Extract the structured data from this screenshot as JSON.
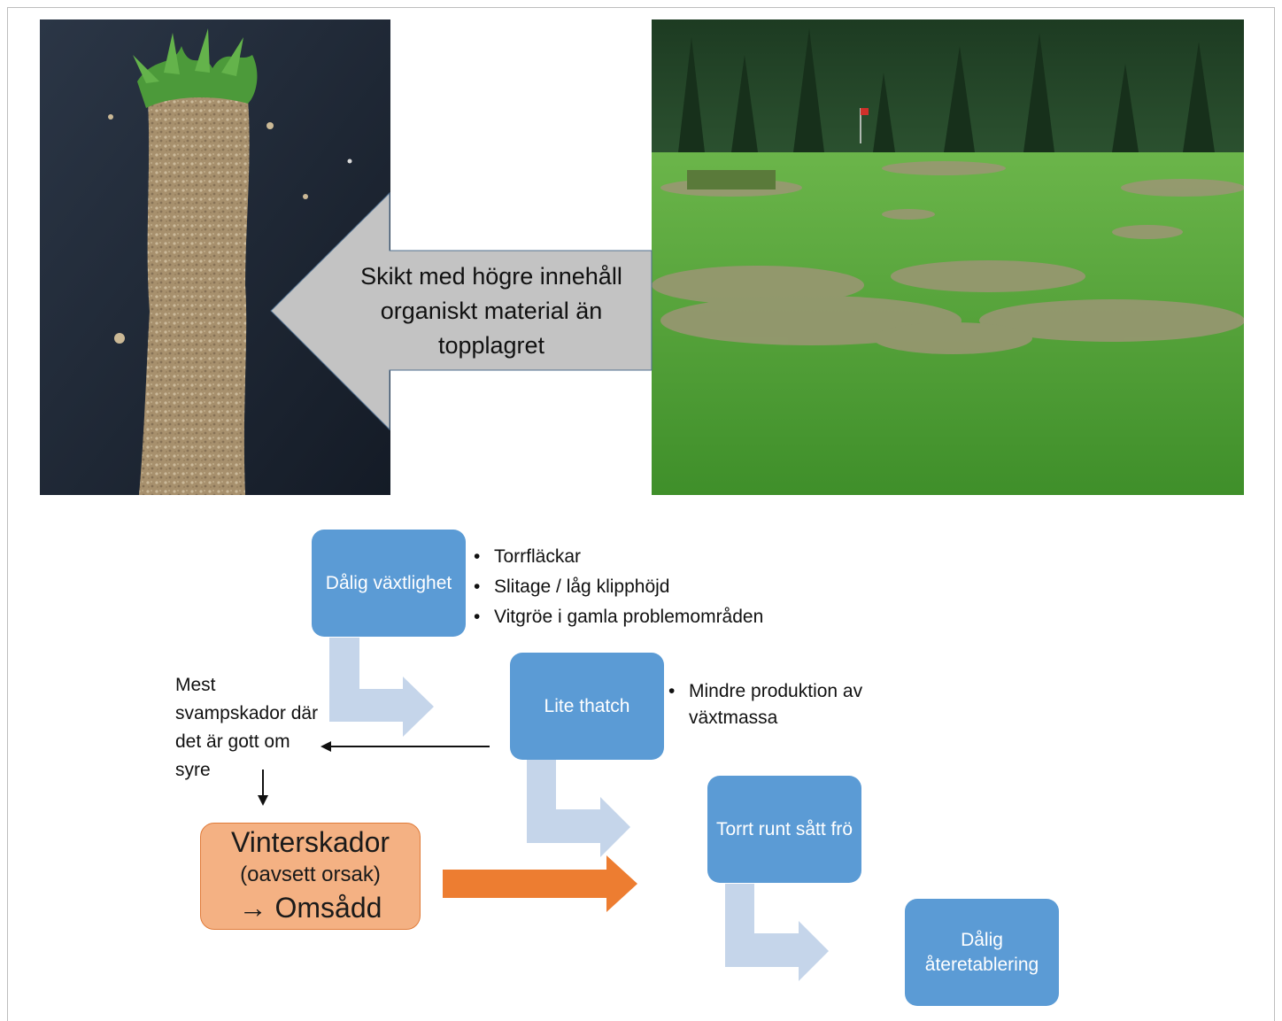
{
  "arrow_callout": {
    "line1": "Skikt med högre innehåll",
    "line2": "organiskt material än",
    "line3": "topplagret"
  },
  "flow": {
    "box1": "Dålig växtlighet",
    "box1_bullets": [
      "Torrfläckar",
      "Slitage / låg klipphöjd",
      "Vitgröe i gamla problemområden"
    ],
    "box2": "Lite thatch",
    "box2_bullets": [
      "Mindre produktion av växtmassa"
    ],
    "box3": "Torrt runt sått frö",
    "box4": "Dålig återetablering",
    "side_note": "Mest svampskador där det är gott om syre",
    "winter": {
      "title": "Vinterskador",
      "subtitle": "(oavsett orsak)",
      "result": "Omsådd",
      "result_arrow": "→"
    }
  },
  "colors": {
    "box_blue": "#5b9bd5",
    "flow_arrow_light": "#c5d5ea",
    "winter_fill": "#f4b183",
    "orange_arrow": "#ed7d31",
    "callout_gray": "#c3c3c3"
  },
  "icons": {
    "thin_arrow": "arrow-left-icon",
    "down_arrow": "arrow-down-icon"
  }
}
